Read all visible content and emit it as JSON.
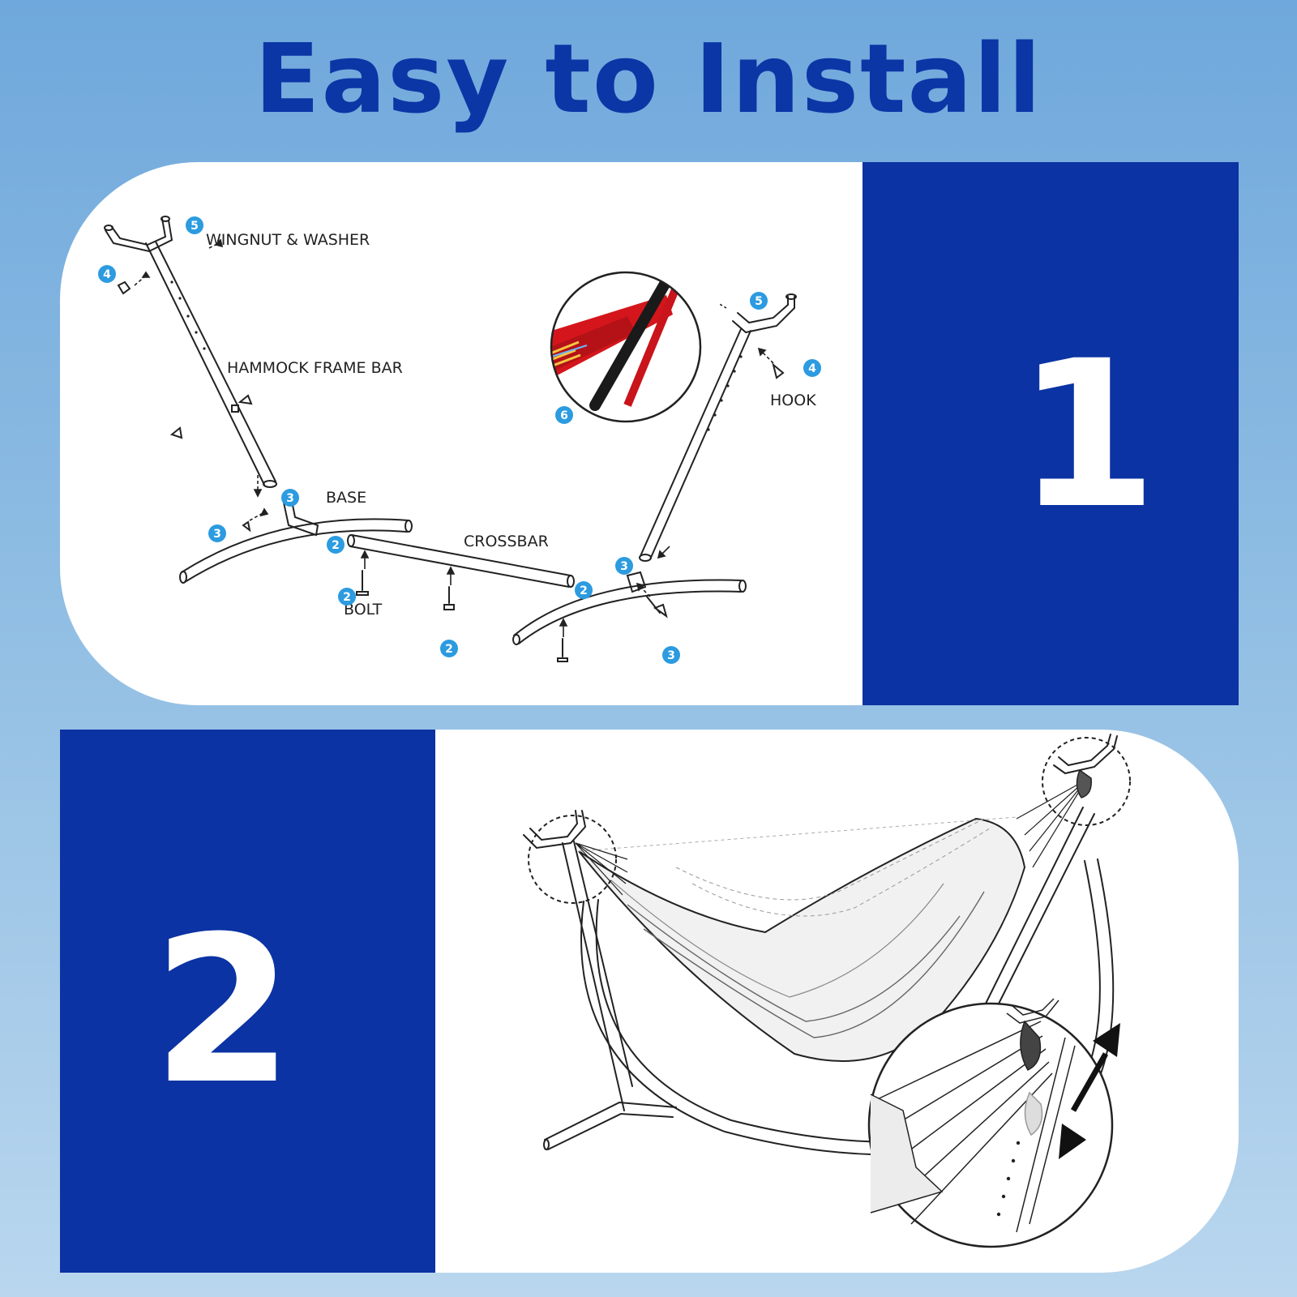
{
  "title": "Easy to Install",
  "step1": {
    "number": "1",
    "labels": {
      "wingnut": "WINGNUT & WASHER",
      "frame_bar": "HAMMOCK FRAME BAR",
      "hook": "HOOK",
      "base": "BASE",
      "crossbar": "CROSSBAR",
      "bolt": "BOLT"
    },
    "callouts": [
      "5",
      "4",
      "6",
      "5",
      "4",
      "3",
      "3",
      "2",
      "2",
      "2",
      "3",
      "2",
      "3"
    ]
  },
  "step2": {
    "number": "2"
  },
  "colors": {
    "title": "#0b36a6",
    "badge": "#0b33a3",
    "callout": "#2c9be0",
    "strap_red": "#d4161c"
  }
}
